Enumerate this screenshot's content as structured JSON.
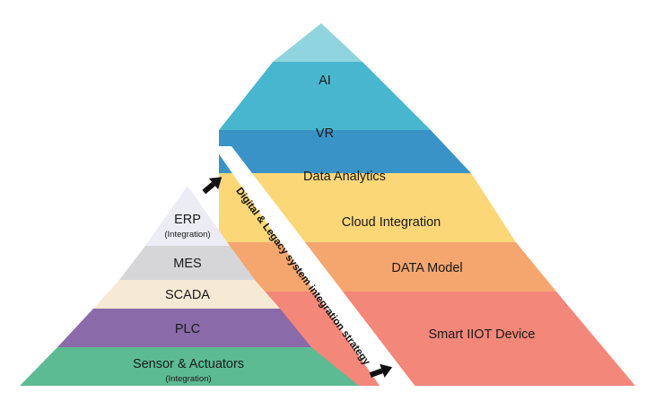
{
  "left_pyramid": {
    "layers": [
      {
        "label": "ERP",
        "sublabel": "(Integration)",
        "color": "#ececf4"
      },
      {
        "label": "MES",
        "sublabel": "",
        "color": "#d6d6d9"
      },
      {
        "label": "SCADA",
        "sublabel": "",
        "color": "#f6e9d6"
      },
      {
        "label": "PLC",
        "sublabel": "",
        "color": "#8a6aa8"
      },
      {
        "label": "Sensor & Actuators",
        "sublabel": "(Integration)",
        "color": "#5dbb93"
      }
    ]
  },
  "right_pyramid": {
    "layers": [
      {
        "label": "AI",
        "color": "#8fd4de"
      },
      {
        "label": "VR",
        "color": "#49b6cf"
      },
      {
        "label": "Data Analytics",
        "color": "#3a93c6"
      },
      {
        "label": "Cloud Integration",
        "color": "#fbd778"
      },
      {
        "label": "DATA Model",
        "color": "#f5a66e"
      },
      {
        "label": "Smart IIOT Device",
        "color": "#f3877a"
      }
    ]
  },
  "strategy_label": "Digital & Legacy system integration strategy",
  "arrow_icon": "arrow-icon",
  "arrow_color": "#111111"
}
